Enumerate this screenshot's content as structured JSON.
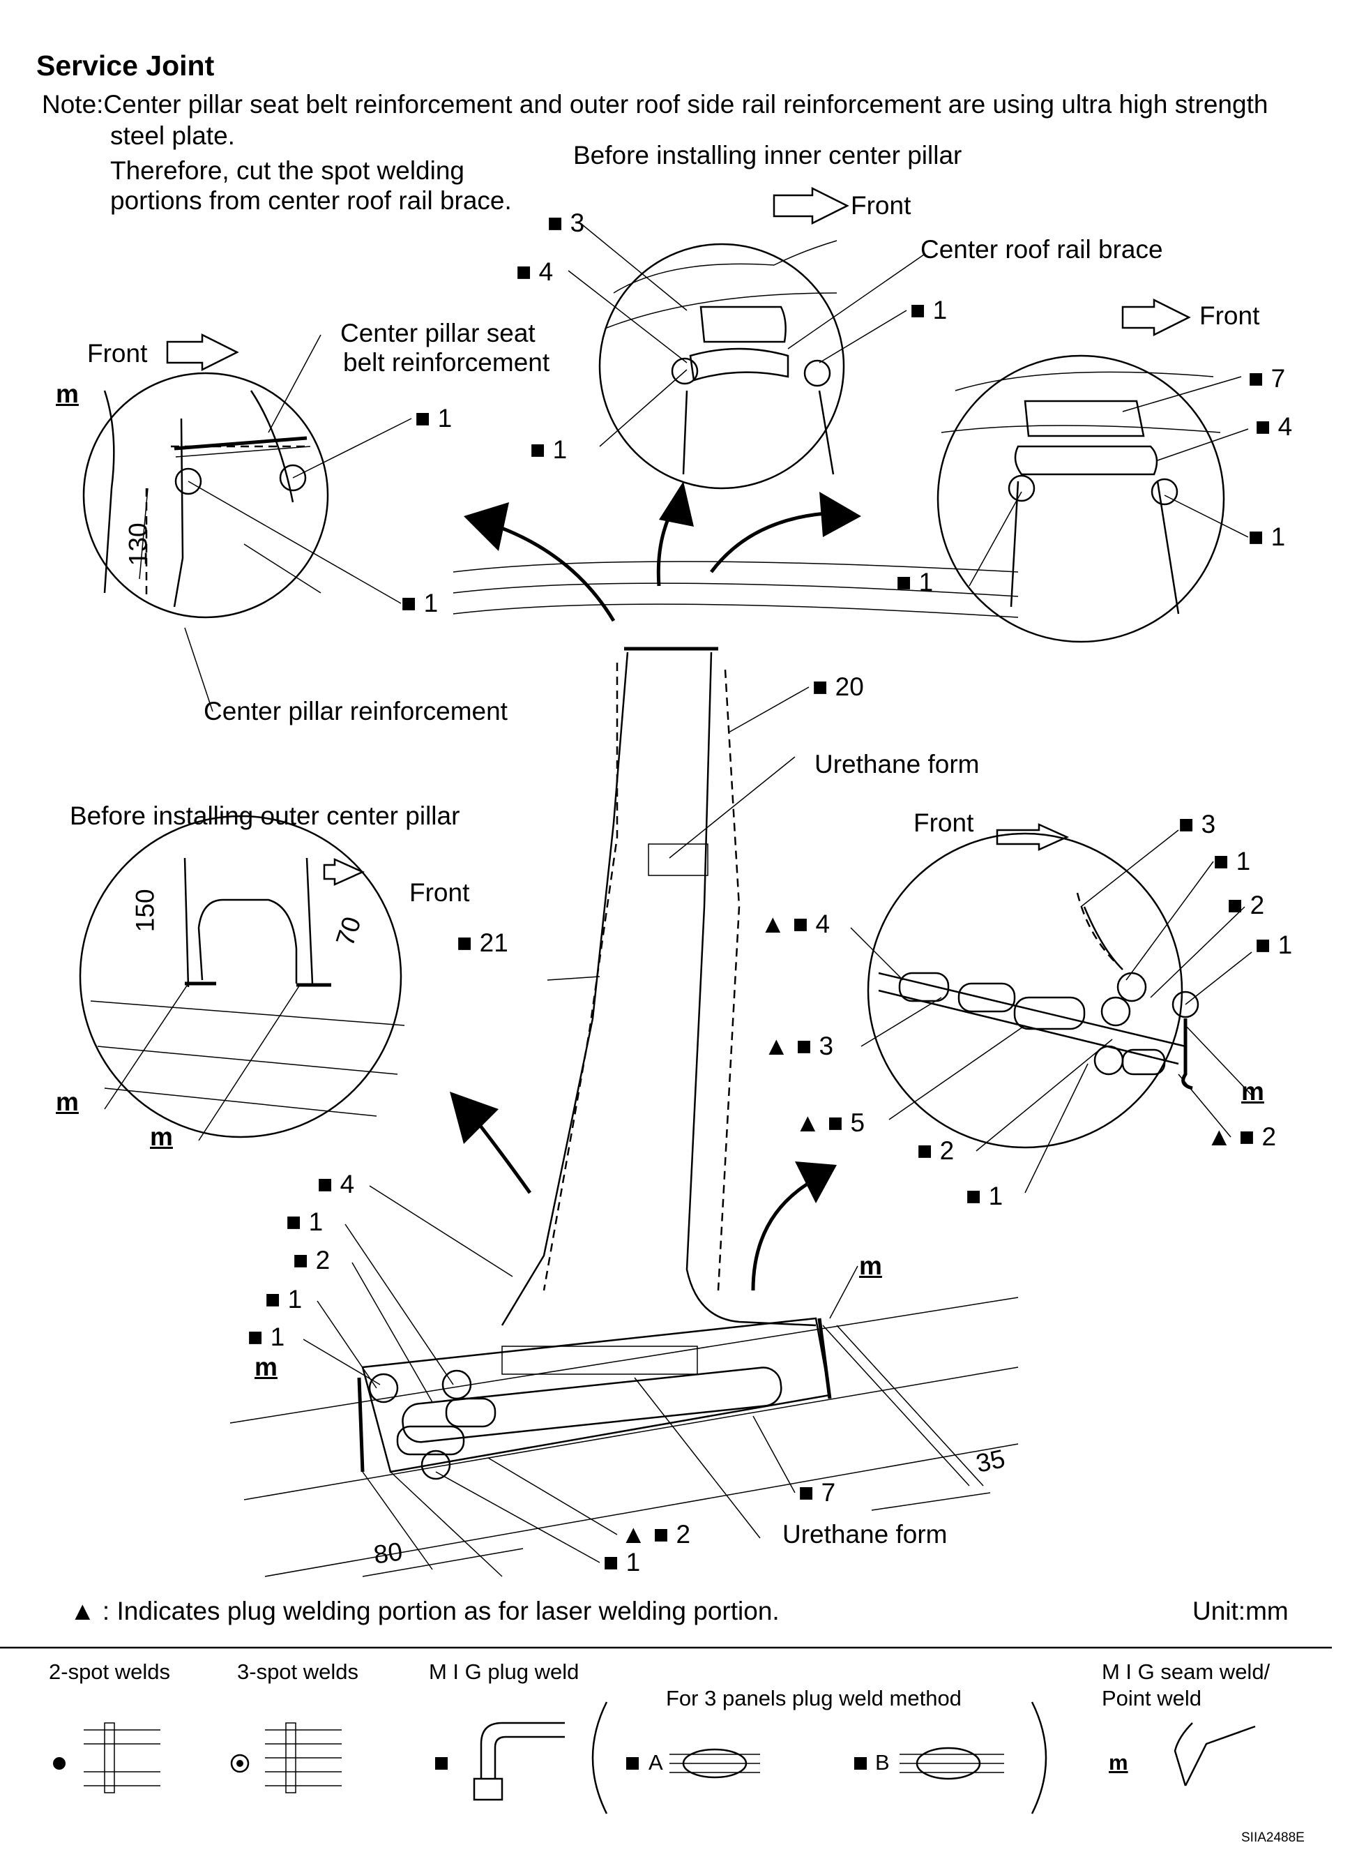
{
  "title": "Service Joint",
  "note": {
    "line1": "Note:Center pillar seat belt reinforcement and outer roof side rail reinforcement are using ultra high strength",
    "line2": "steel plate.",
    "line3": "Therefore, cut the spot welding",
    "line4": "portions from center roof rail brace."
  },
  "views": {
    "inner_title": "Before installing inner center pillar",
    "outer_title": "Before installing outer center pillar"
  },
  "labels": {
    "front": "Front",
    "center_roof_rail_brace": "Center roof rail brace",
    "cp_seat_belt_1": "Center pillar seat",
    "cp_seat_belt_2": "belt reinforcement",
    "cp_reinforcement": "Center pillar reinforcement",
    "urethane_form": "Urethane form",
    "mig_symbol": "m",
    "dim_130": "130",
    "dim_150": "150",
    "dim_70": "70",
    "dim_35": "35",
    "dim_80": "80"
  },
  "callouts": {
    "n1": "1",
    "n2": "2",
    "n3": "3",
    "n4": "4",
    "n5": "5",
    "n7": "7",
    "n20": "20",
    "n21": "21"
  },
  "footer": {
    "plug_note": ": Indicates plug welding portion as for laser welding portion.",
    "unit": "Unit:mm"
  },
  "legend": {
    "two_spot": "2-spot welds",
    "three_spot": "3-spot welds",
    "mig_plug": "M I G plug weld",
    "three_panels": "For 3 panels plug weld method",
    "label_a": "A",
    "label_b": "B",
    "mig_seam_1": "M I G seam weld/",
    "mig_seam_2": "Point weld"
  },
  "figure_id": "SIIA2488E"
}
